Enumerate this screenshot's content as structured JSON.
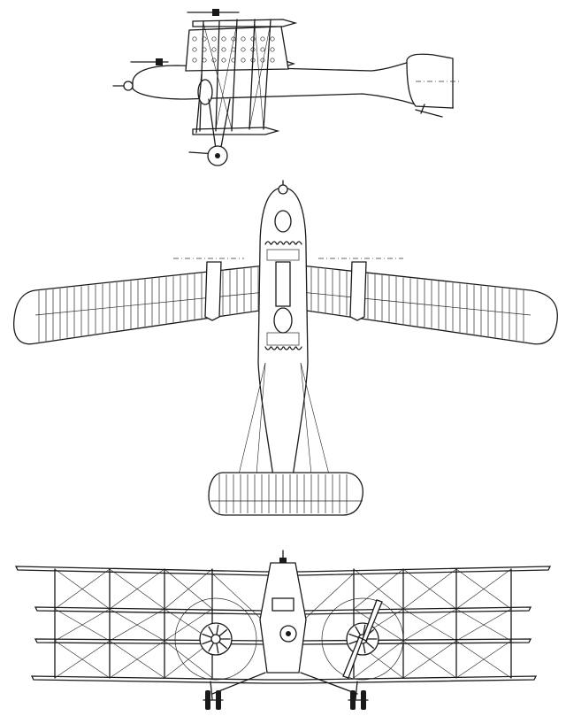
{
  "drawing": {
    "subject": "",
    "views": [
      {
        "id": "side",
        "icon": "side-elevation"
      },
      {
        "id": "top",
        "icon": "plan-view"
      },
      {
        "id": "front",
        "icon": "front-elevation"
      }
    ],
    "colors": {
      "line": "#1a1a1a",
      "background": "#ffffff"
    }
  }
}
